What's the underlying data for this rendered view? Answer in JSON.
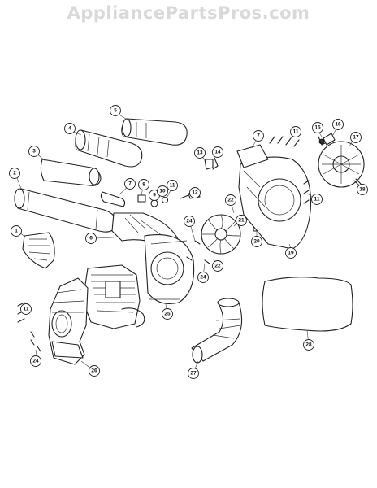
{
  "watermark": "AppliancePartsPros.com",
  "callouts": [
    {
      "id": "c1",
      "label": "1"
    },
    {
      "id": "c2",
      "label": "2"
    },
    {
      "id": "c3",
      "label": "3"
    },
    {
      "id": "c4",
      "label": "4"
    },
    {
      "id": "c5",
      "label": "5"
    },
    {
      "id": "c6",
      "label": "6"
    },
    {
      "id": "c7a",
      "label": "7"
    },
    {
      "id": "c7b",
      "label": "7"
    },
    {
      "id": "c8",
      "label": "8"
    },
    {
      "id": "c9",
      "label": "9"
    },
    {
      "id": "c10",
      "label": "10"
    },
    {
      "id": "c11a",
      "label": "11"
    },
    {
      "id": "c11b",
      "label": "11"
    },
    {
      "id": "c11c",
      "label": "11"
    },
    {
      "id": "c11d",
      "label": "11"
    },
    {
      "id": "c12",
      "label": "12"
    },
    {
      "id": "c13",
      "label": "13"
    },
    {
      "id": "c14",
      "label": "14"
    },
    {
      "id": "c15",
      "label": "15"
    },
    {
      "id": "c16",
      "label": "16"
    },
    {
      "id": "c17",
      "label": "17"
    },
    {
      "id": "c18",
      "label": "18"
    },
    {
      "id": "c19",
      "label": "19"
    },
    {
      "id": "c20",
      "label": "20"
    },
    {
      "id": "c21",
      "label": "21"
    },
    {
      "id": "c22a",
      "label": "22"
    },
    {
      "id": "c22b",
      "label": "22"
    },
    {
      "id": "c24a",
      "label": "24"
    },
    {
      "id": "c24b",
      "label": "24"
    },
    {
      "id": "c24c",
      "label": "24"
    },
    {
      "id": "c25",
      "label": "25"
    },
    {
      "id": "c26",
      "label": "26"
    },
    {
      "id": "c27",
      "label": "27"
    },
    {
      "id": "c28",
      "label": "28"
    }
  ]
}
